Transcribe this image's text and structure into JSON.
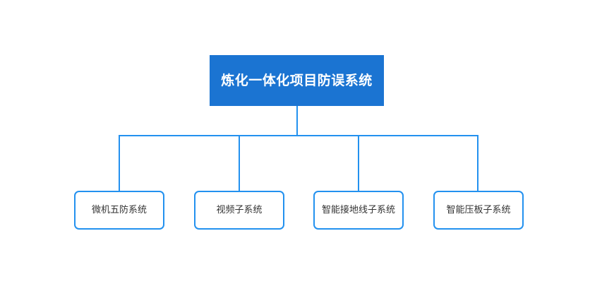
{
  "diagram": {
    "type": "organization-tree",
    "orientation": "top-down",
    "background_color": "#ffffff",
    "root": {
      "label": "炼化一体化项目防误系统",
      "fill_color": "#1b74d2",
      "text_color": "#ffffff"
    },
    "children": [
      {
        "label": "微机五防系统",
        "fill_color": "#ffffff",
        "border_color": "#2391ef",
        "text_color": "#333333"
      },
      {
        "label": "视频子系统",
        "fill_color": "#ffffff",
        "border_color": "#2391ef",
        "text_color": "#333333"
      },
      {
        "label": "智能接地线子系统",
        "fill_color": "#ffffff",
        "border_color": "#2391ef",
        "text_color": "#333333"
      },
      {
        "label": "智能压板子系统",
        "fill_color": "#ffffff",
        "border_color": "#2391ef",
        "text_color": "#333333"
      }
    ],
    "connectors": {
      "color": "#2391ef",
      "stroke_width": 2,
      "style": "orthogonal-elbow"
    }
  }
}
